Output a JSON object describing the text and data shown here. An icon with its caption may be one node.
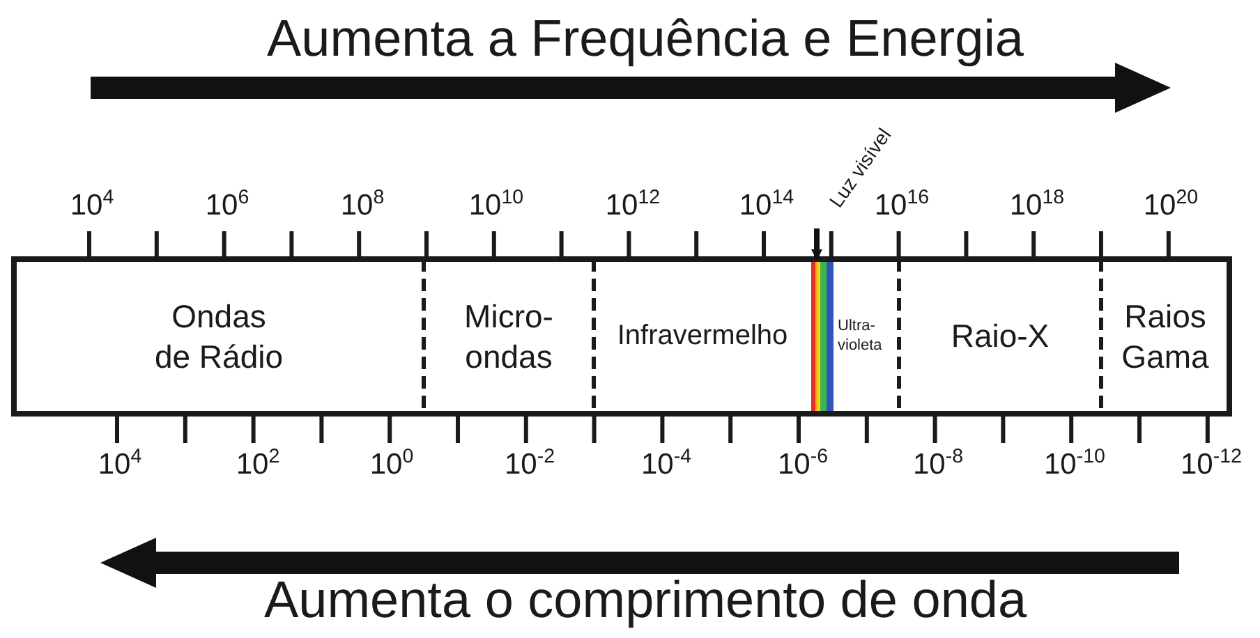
{
  "diagram": {
    "nodes": [
      {
        "text": [
          "Ondas de Rádio"
        ]
      },
      {
        "text": [
          "Micro- ondas"
        ]
      },
      {
        "text": [
          "Infravermelho"
        ]
      },
      {
        "text": [
          "Ultra- violeta"
        ]
      },
      {
        "text": [
          "Raio-X"
        ]
      },
      {
        "text": [
          "Raios Gama"
        ]
      },
      {
        "text": [
          "Luz visível"
        ]
      },
      {
        "text": [],
        "shape": "bar"
      }
    ],
    "edges": [
      {
        "from": 6,
        "to": 7,
        "arrow": "to"
      }
    ],
    "labels": [
      "Aumenta a Frequência e Energia",
      "10$^{4}$",
      "10$^{6}$",
      "10$^{8}$",
      "10$^{10}$",
      "10$^{12}$",
      "10$^{14}$",
      "10$^{16}$",
      "10$^{18}$",
      "10$^{20}$",
      "10$^{4}$",
      "10$^{2}$",
      "10$^{0}$",
      "10$^{-2}$",
      "10$^{-4}$",
      "10$^{-6}$",
      "10$^{-8}$",
      "10$^{-10}$",
      "10$^{-12}$",
      "Aumenta o comprimento de onda"
    ]
  }
}
